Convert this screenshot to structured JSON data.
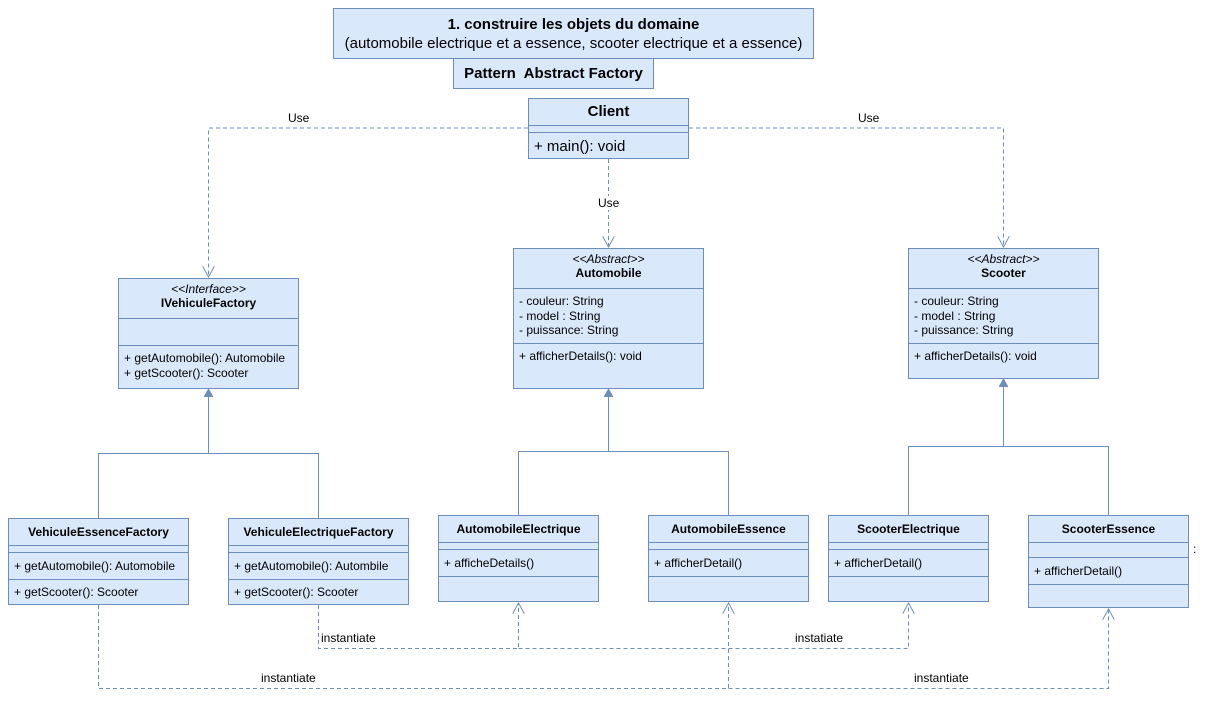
{
  "title": {
    "line1": "1. construire les objets du domaine",
    "line2": "(automobile electrique et a essence, scooter electrique et a essence)"
  },
  "pattern_label": "Pattern  Abstract Factory",
  "classes": {
    "client": {
      "name": "Client",
      "methods": [
        "+ main(): void"
      ]
    },
    "ivehiculefactory": {
      "stereotype": "<<Interface>>",
      "name": "IVehiculeFactory",
      "attributes": [],
      "methods": [
        "+ getAutomobile(): Automobile",
        "+ getScooter(): Scooter"
      ]
    },
    "automobile": {
      "stereotype": "<<Abstract>>",
      "name": "Automobile",
      "attributes": [
        "- couleur: String",
        "- model : String",
        "- puissance: String"
      ],
      "methods": [
        "+ afficherDetails(): void"
      ]
    },
    "scooter": {
      "stereotype": "<<Abstract>>",
      "name": "Scooter",
      "attributes": [
        "- couleur: String",
        "- model : String",
        "- puissance: String"
      ],
      "methods": [
        "+ afficherDetails(): void"
      ]
    },
    "vehiculeessencefactory": {
      "name": "VehiculeEssenceFactory",
      "methods": [
        "+ getAutomobile(): Automobile",
        "+ getScooter(): Scooter"
      ]
    },
    "vehiculeelectriquefactory": {
      "name": "VehiculeElectriqueFactory",
      "methods": [
        "+ getAutomobile(): Autombile",
        "+ getScooter(): Scooter"
      ]
    },
    "automobileelectrique": {
      "name": "AutomobileElectrique",
      "methods": [
        "+ afficheDetails()"
      ]
    },
    "automobileessence": {
      "name": "AutomobileEssence",
      "methods": [
        "+ afficherDetail()"
      ]
    },
    "scooterelectrique": {
      "name": "ScooterElectrique",
      "methods": [
        "+ afficherDetail()"
      ]
    },
    "scooteressence": {
      "name": "ScooterEssence",
      "methods": [
        "+ afficherDetail()"
      ]
    }
  },
  "edge_labels": {
    "use_left": "Use",
    "use_right": "Use",
    "use_center": "Use",
    "instantiate_electrique_auto": "instantiate",
    "instantiate_electrique_scooter": "instatiate",
    "instantiate_essence_auto": "instantiate",
    "instantiate_essence_scooter": "instantiate"
  },
  "stray_mark": ":",
  "colors": {
    "fill": "#dae8fc",
    "stroke": "#6c8ebf"
  }
}
